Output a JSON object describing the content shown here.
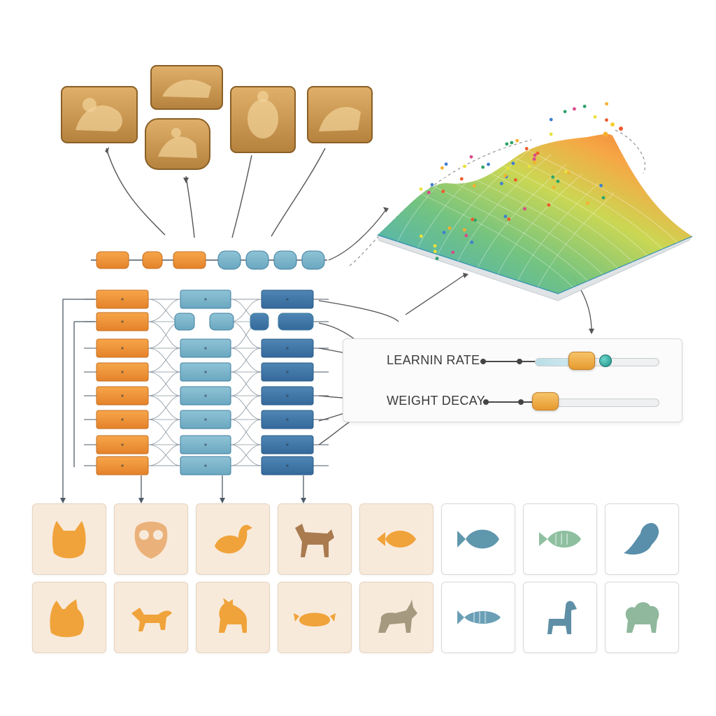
{
  "hyperparameters": [
    {
      "label": "LEARNIN RATE",
      "level": 0.32,
      "accent": "#1b8f8a"
    },
    {
      "label": "WEIGHT DECAY",
      "level": 0.02,
      "accent": "#e69a2f"
    }
  ],
  "input_plaques": [
    {
      "icon": "griffin-relief-icon"
    },
    {
      "icon": "lion-relief-icon"
    },
    {
      "icon": "rider-relief-icon"
    },
    {
      "icon": "figure-relief-icon"
    },
    {
      "icon": "bird-relief-icon"
    }
  ],
  "outputs": [
    {
      "icon": "cat-icon",
      "color": "#f0a33a",
      "tone": "warm"
    },
    {
      "icon": "owl-icon",
      "color": "#eab27a",
      "tone": "warm"
    },
    {
      "icon": "bird-icon",
      "color": "#f0a33a",
      "tone": "warm"
    },
    {
      "icon": "wolf-icon",
      "color": "#a97b4f",
      "tone": "warm"
    },
    {
      "icon": "goldfish-icon",
      "color": "#f0a33a",
      "tone": "warm"
    },
    {
      "icon": "fish-icon",
      "color": "#5f97ad",
      "tone": "cool"
    },
    {
      "icon": "striped-fish-icon",
      "color": "#8ebf9f",
      "tone": "cool"
    },
    {
      "icon": "seal-icon",
      "color": "#5a8fab",
      "tone": "cool"
    },
    {
      "icon": "two-cats-icon",
      "color": "#f0a33a",
      "tone": "warm"
    },
    {
      "icon": "fox-icon",
      "color": "#f0a33a",
      "tone": "warm"
    },
    {
      "icon": "goat-icon",
      "color": "#f0a33a",
      "tone": "warm"
    },
    {
      "icon": "crab-icon",
      "color": "#f0a33a",
      "tone": "warm"
    },
    {
      "icon": "unicorn-icon",
      "color": "#a5997f",
      "tone": "warm"
    },
    {
      "icon": "tuna-icon",
      "color": "#6a9fb6",
      "tone": "cool"
    },
    {
      "icon": "llama-icon",
      "color": "#5f8fa6",
      "tone": "cool"
    },
    {
      "icon": "lamb-icon",
      "color": "#8fb89c",
      "tone": "cool"
    }
  ]
}
